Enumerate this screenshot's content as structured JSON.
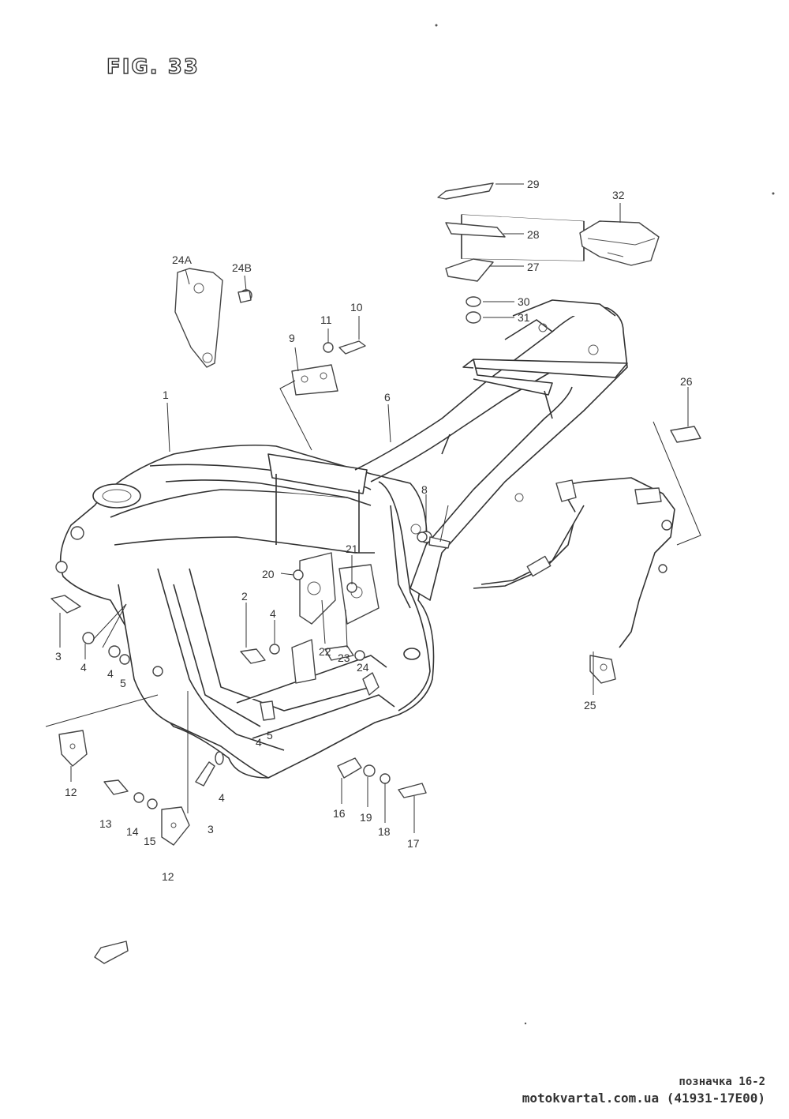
{
  "figure": {
    "title": "FIG. 33"
  },
  "callouts": [
    {
      "id": "1",
      "label": "1"
    },
    {
      "id": "2",
      "label": "2"
    },
    {
      "id": "3a",
      "label": "3"
    },
    {
      "id": "3b",
      "label": "3"
    },
    {
      "id": "4a",
      "label": "4"
    },
    {
      "id": "4b",
      "label": "4"
    },
    {
      "id": "4c",
      "label": "4"
    },
    {
      "id": "4d",
      "label": "4"
    },
    {
      "id": "4e",
      "label": "4"
    },
    {
      "id": "5a",
      "label": "5"
    },
    {
      "id": "5b",
      "label": "5"
    },
    {
      "id": "6",
      "label": "6"
    },
    {
      "id": "8",
      "label": "8"
    },
    {
      "id": "9",
      "label": "9"
    },
    {
      "id": "10",
      "label": "10"
    },
    {
      "id": "11",
      "label": "11"
    },
    {
      "id": "12a",
      "label": "12"
    },
    {
      "id": "12b",
      "label": "12"
    },
    {
      "id": "13",
      "label": "13"
    },
    {
      "id": "14",
      "label": "14"
    },
    {
      "id": "15",
      "label": "15"
    },
    {
      "id": "16",
      "label": "16"
    },
    {
      "id": "17",
      "label": "17"
    },
    {
      "id": "18",
      "label": "18"
    },
    {
      "id": "19",
      "label": "19"
    },
    {
      "id": "20",
      "label": "20"
    },
    {
      "id": "21",
      "label": "21"
    },
    {
      "id": "22",
      "label": "22"
    },
    {
      "id": "23",
      "label": "23"
    },
    {
      "id": "24",
      "label": "24"
    },
    {
      "id": "24A",
      "label": "24A"
    },
    {
      "id": "24B",
      "label": "24B"
    },
    {
      "id": "25",
      "label": "25"
    },
    {
      "id": "26",
      "label": "26"
    },
    {
      "id": "27",
      "label": "27"
    },
    {
      "id": "28",
      "label": "28"
    },
    {
      "id": "29",
      "label": "29"
    },
    {
      "id": "30",
      "label": "30"
    },
    {
      "id": "31",
      "label": "31"
    },
    {
      "id": "32",
      "label": "32"
    }
  ],
  "footer": {
    "line1": "позначка 16-2",
    "line2": "motokvartal.com.ua (41931-17E00)"
  },
  "colors": {
    "ink": "#333333",
    "paper": "#ffffff"
  }
}
